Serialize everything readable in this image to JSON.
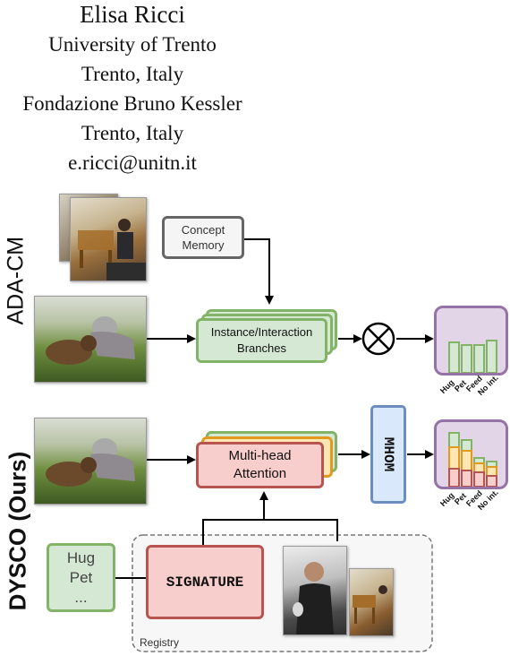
{
  "author": {
    "name": "Elisa Ricci",
    "lines": [
      "University of Trento",
      "Trento, Italy",
      "Fondazione Bruno Kessler",
      "Trento, Italy",
      "e.ricci@unitn.it"
    ]
  },
  "sections": {
    "ada_label": "ADA-CM",
    "dysco_label": "DYSCO (Ours)"
  },
  "boxes": {
    "concept_memory": "Concept\nMemory",
    "instance_branches": "Instance/Interaction\nBranches",
    "multihead_attention": "Multi-head\nAttention",
    "mhom": "MHOM",
    "signature": "SIGNATURE",
    "registry": "Registry",
    "text_query": [
      "Hug",
      "Pet",
      "..."
    ]
  },
  "bar_labels": [
    "Hug",
    "Pet",
    "Feed",
    "No int."
  ],
  "colors": {
    "green_fill": "#d5e8d4",
    "green_border": "#82b366",
    "red_fill": "#f8cecc",
    "red_border": "#b85450",
    "purple_fill": "#e1d5e7",
    "purple_border": "#9673a6",
    "blue_fill": "#dae8fc",
    "blue_border": "#6c8ebf",
    "yellow_border": "#d6b656",
    "orange_border": "#e09a20"
  },
  "icons": {
    "operator": "circled-times-icon"
  }
}
